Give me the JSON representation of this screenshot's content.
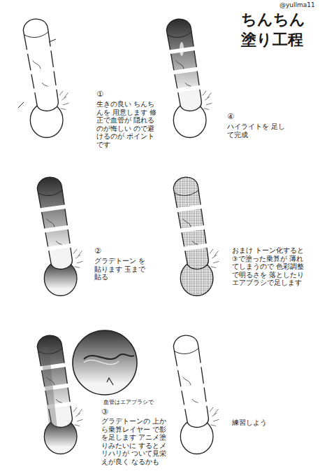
{
  "diagram": {
    "title": "ちんちん 塗り工程",
    "labels": [
      "@yullma11",
      "①",
      "生きの良い ちんちんを 用意します 修正で血管が 隠れるのが悔しい ので避けるのが ポイントです",
      "④",
      "ハイライトを 足して完成",
      "②",
      "グラデトーン を貼ります 玉まで貼る",
      "おまけ トーン化すると ③で塗った乗算が 薄れてしまうので 色彩調整で明るさを 落としたり エアブラシで足します",
      "血管はエアブラシで",
      "③",
      "グラデトーンの 上から乗算レイヤー で影を足します アニメ塗りみたいに するとメリハリが ついて見栄えが良く なるかも",
      "練習しよう"
    ]
  }
}
